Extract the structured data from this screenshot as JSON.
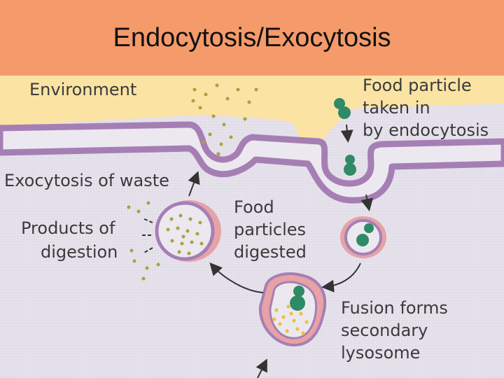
{
  "title": "Endocytosis/Exocytosis",
  "labels": {
    "environment": "Environment",
    "food_particle": [
      "Food particle",
      "taken in",
      "by endocytosis"
    ],
    "exocytosis": "Exocytosis of waste",
    "products": [
      "Products of",
      "digestion"
    ],
    "digested": [
      "Food",
      "particles",
      "digested"
    ],
    "fusion": [
      "Fusion forms",
      "secondary",
      "lysosome"
    ]
  },
  "colors": {
    "title_bg": "#f59a6a",
    "environment": "#fbe3a4",
    "membrane": "#a57fb4",
    "cytoplasm": "#e4e0ea",
    "food_particle": "#2f8a66",
    "vesicle_pink": "#e7a2a6",
    "dots": "#a8a23a",
    "lysosome_dots": "#f0c040"
  }
}
